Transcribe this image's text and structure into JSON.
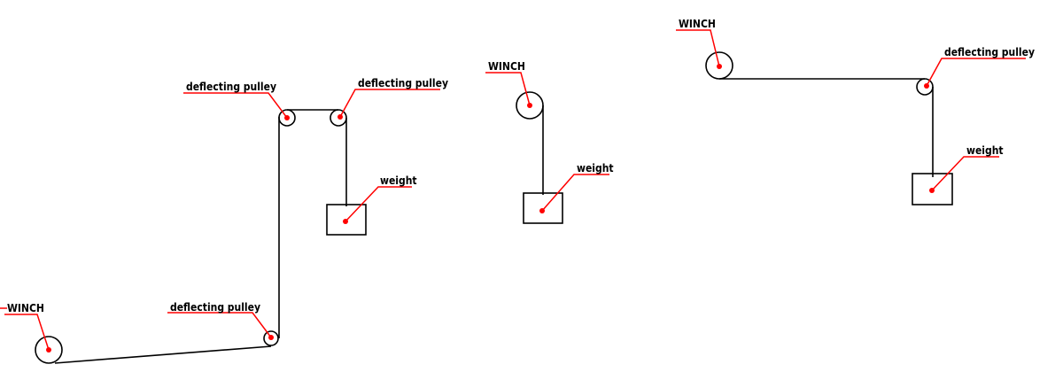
{
  "colors": {
    "line": "#000000",
    "annotation": "#ff0000"
  },
  "diagrams": [
    {
      "winch_label": "WINCH",
      "pulley_bottom_label": "deflecting pulley",
      "pulley_top_left_label": "deflecting pulley",
      "pulley_top_right_label": "deflecting pulley",
      "weight_label": "weight"
    },
    {
      "winch_label": "WINCH",
      "weight_label": "weight"
    },
    {
      "winch_label": "WINCH",
      "pulley_label": "deflecting pulley",
      "weight_label": "weight"
    }
  ]
}
